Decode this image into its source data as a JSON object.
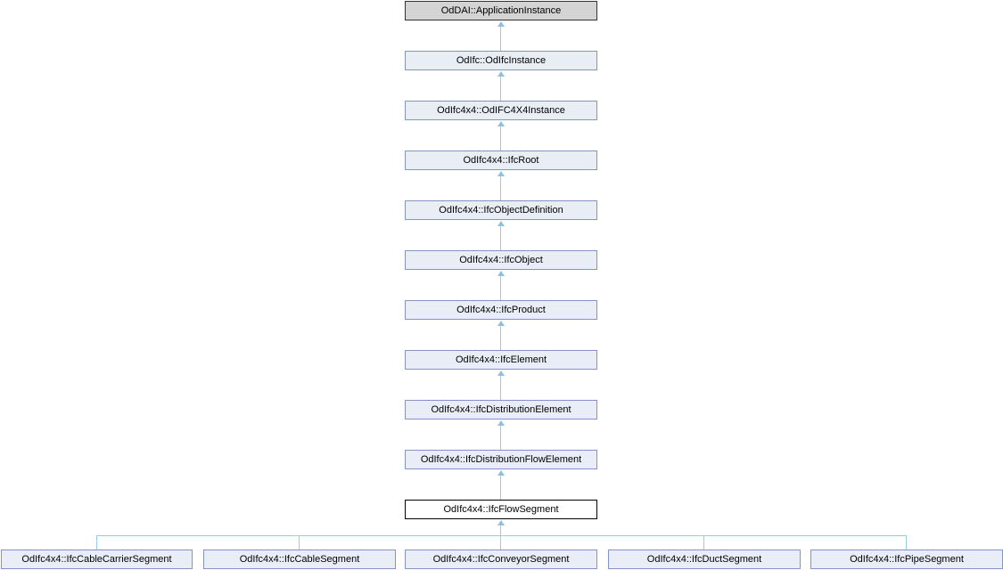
{
  "diagram": {
    "type": "class-inheritance-graph",
    "colors": {
      "root_fill": "#d4d4d4",
      "root_border": "#333333",
      "node_fill": "#e9edf6",
      "node_border": "#8494c4",
      "current_fill": "#ffffff",
      "current_border": "#000000",
      "edge": "#9ccce6"
    },
    "chain": [
      {
        "label": "OdDAI::ApplicationInstance",
        "style": "root"
      },
      {
        "label": "OdIfc::OdIfcInstance",
        "style": "node"
      },
      {
        "label": "OdIfc4x4::OdIFC4X4Instance",
        "style": "node"
      },
      {
        "label": "OdIfc4x4::IfcRoot",
        "style": "node"
      },
      {
        "label": "OdIfc4x4::IfcObjectDefinition",
        "style": "node"
      },
      {
        "label": "OdIfc4x4::IfcObject",
        "style": "node"
      },
      {
        "label": "OdIfc4x4::IfcProduct",
        "style": "node"
      },
      {
        "label": "OdIfc4x4::IfcElement",
        "style": "node"
      },
      {
        "label": "OdIfc4x4::IfcDistributionElement",
        "style": "node"
      },
      {
        "label": "OdIfc4x4::IfcDistributionFlowElement",
        "style": "node"
      },
      {
        "label": "OdIfc4x4::IfcFlowSegment",
        "style": "current"
      }
    ],
    "children": [
      {
        "label": "OdIfc4x4::IfcCableCarrierSegment"
      },
      {
        "label": "OdIfc4x4::IfcCableSegment"
      },
      {
        "label": "OdIfc4x4::IfcConveyorSegment"
      },
      {
        "label": "OdIfc4x4::IfcDuctSegment"
      },
      {
        "label": "OdIfc4x4::IfcPipeSegment"
      }
    ]
  }
}
